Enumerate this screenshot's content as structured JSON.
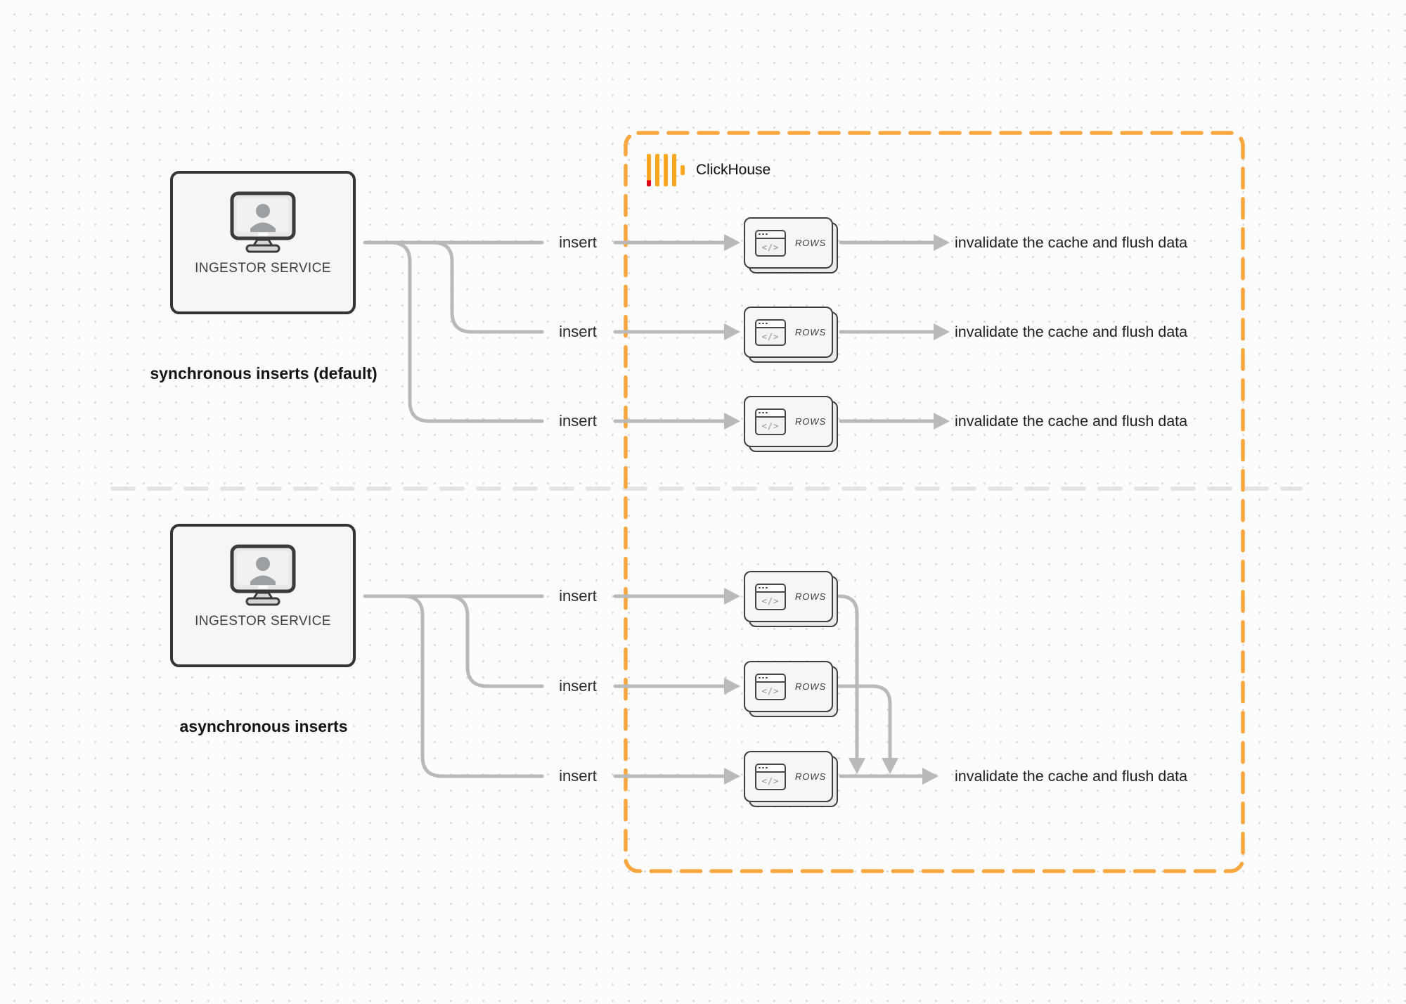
{
  "diagram": {
    "clickhouse_label": "ClickHouse",
    "card_glyph": "</>",
    "sync": {
      "caption": "synchronous inserts (default)",
      "service": "INGESTOR SERVICE",
      "rows": [
        {
          "insert": "insert",
          "card": "ROWS",
          "result": "invalidate the cache and flush data"
        },
        {
          "insert": "insert",
          "card": "ROWS",
          "result": "invalidate the cache and flush data"
        },
        {
          "insert": "insert",
          "card": "ROWS",
          "result": "invalidate the cache and flush data"
        }
      ]
    },
    "async": {
      "caption": "asynchronous inserts",
      "service": "INGESTOR SERVICE",
      "rows": [
        {
          "insert": "insert",
          "card": "ROWS"
        },
        {
          "insert": "insert",
          "card": "ROWS"
        },
        {
          "insert": "insert",
          "card": "ROWS"
        }
      ],
      "result": "invalidate the cache and flush data"
    },
    "colors": {
      "accent_orange": "#F9A63F",
      "logo_yellow": "#FAA61E",
      "logo_red": "#E00016",
      "connector_gray": "#B9B9B9",
      "outline_dark": "#343434",
      "divider_gray": "#E4E4E4"
    }
  }
}
